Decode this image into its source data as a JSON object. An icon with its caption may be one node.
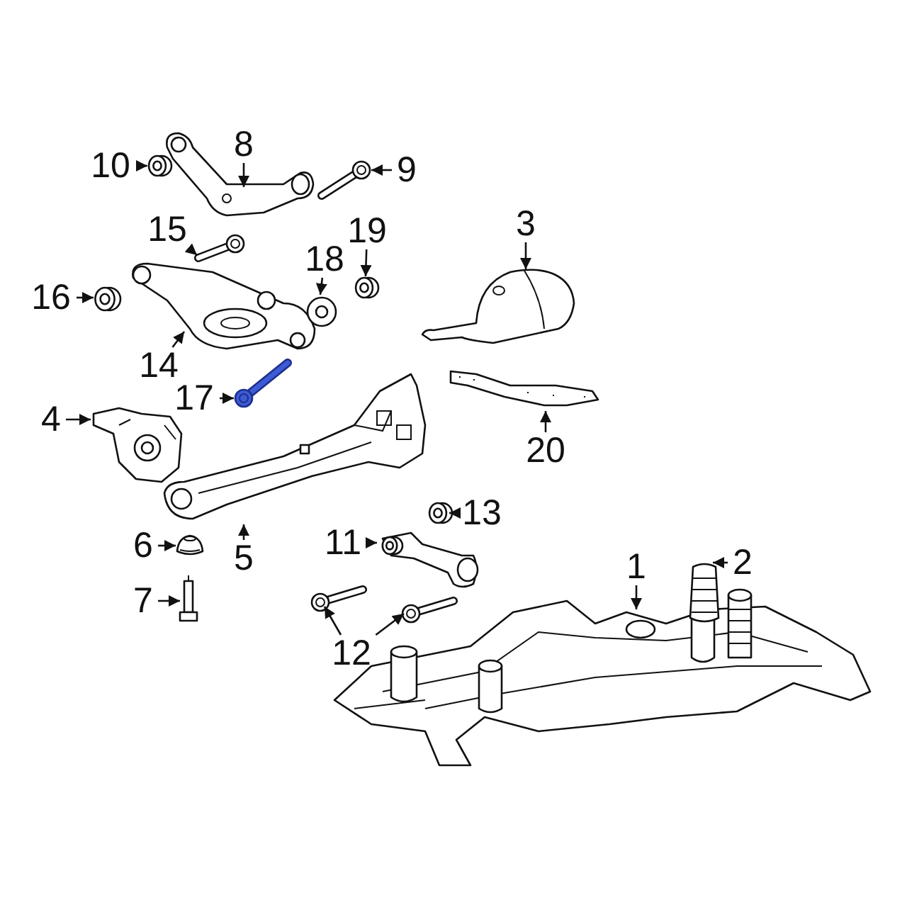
{
  "diagram": {
    "nodes": [
      {
        "text": [
          "1"
        ]
      },
      {
        "text": [
          "2"
        ]
      },
      {
        "text": [
          "3"
        ]
      },
      {
        "text": [
          "4"
        ]
      },
      {
        "text": [
          "5"
        ]
      },
      {
        "text": [
          "6"
        ]
      },
      {
        "text": [
          "7"
        ]
      },
      {
        "text": [
          "8"
        ]
      },
      {
        "text": [
          "9"
        ]
      },
      {
        "text": [
          "10"
        ]
      },
      {
        "text": [
          "11"
        ]
      },
      {
        "text": [
          "12"
        ]
      },
      {
        "text": [
          "13"
        ]
      },
      {
        "text": [
          "14"
        ]
      },
      {
        "text": [
          "15"
        ]
      },
      {
        "text": [
          "16"
        ]
      },
      {
        "text": [
          "17"
        ]
      },
      {
        "text": [
          "18"
        ]
      },
      {
        "text": [
          "19"
        ]
      },
      {
        "text": [
          "20"
        ]
      },
      {
        "text": [],
        "shape": "picture"
      },
      {
        "text": [],
        "shape": "picture"
      },
      {
        "text": [],
        "shape": "picture"
      },
      {
        "text": [],
        "shape": "picture"
      },
      {
        "text": [],
        "shape": "picture"
      },
      {
        "text": [],
        "shape": "picture"
      },
      {
        "text": [],
        "shape": "picture"
      },
      {
        "text": [],
        "shape": "picture"
      },
      {
        "text": [],
        "shape": "picture"
      },
      {
        "text": [],
        "shape": "picture"
      },
      {
        "text": [],
        "shape": "picture"
      },
      {
        "text": [],
        "shape": "picture"
      },
      {
        "text": [],
        "shape": "picture"
      },
      {
        "text": [],
        "shape": "picture"
      },
      {
        "text": [],
        "shape": "picture"
      },
      {
        "text": [],
        "shape": "picture"
      },
      {
        "text": [],
        "shape": "picture"
      },
      {
        "text": [],
        "shape": "picture"
      },
      {
        "text": [],
        "shape": "picture"
      },
      {
        "text": [],
        "shape": "picture"
      },
      {
        "text": [],
        "shape": "picture"
      }
    ],
    "edges": [
      {
        "from": 0,
        "to": 20,
        "arrow": "to"
      },
      {
        "from": 1,
        "to": 21,
        "arrow": "to"
      },
      {
        "from": 2,
        "to": 22,
        "arrow": "to"
      },
      {
        "from": 3,
        "to": 23,
        "arrow": "to"
      },
      {
        "from": 4,
        "to": 24,
        "arrow": "to"
      },
      {
        "from": 5,
        "to": 25,
        "arrow": "to"
      },
      {
        "from": 6,
        "to": 26,
        "arrow": "to"
      },
      {
        "from": 7,
        "to": 27,
        "arrow": "to"
      },
      {
        "from": 8,
        "to": 28,
        "arrow": "to"
      },
      {
        "from": 9,
        "to": 29,
        "arrow": "to"
      },
      {
        "from": 10,
        "to": 30,
        "arrow": "to"
      },
      {
        "from": 11,
        "to": 31,
        "arrow": "to"
      },
      {
        "from": 11,
        "to": 32,
        "arrow": "to"
      },
      {
        "from": 12,
        "to": 33,
        "arrow": "to"
      },
      {
        "from": 13,
        "to": 34,
        "arrow": "to"
      },
      {
        "from": 14,
        "to": 35,
        "arrow": "to"
      },
      {
        "from": 15,
        "to": 36,
        "arrow": "to"
      },
      {
        "from": 16,
        "to": 37,
        "arrow": "to"
      },
      {
        "from": 17,
        "to": 38,
        "arrow": "to"
      },
      {
        "from": 18,
        "to": 39,
        "arrow": "to"
      },
      {
        "from": 19,
        "to": 40,
        "arrow": "to"
      }
    ]
  }
}
